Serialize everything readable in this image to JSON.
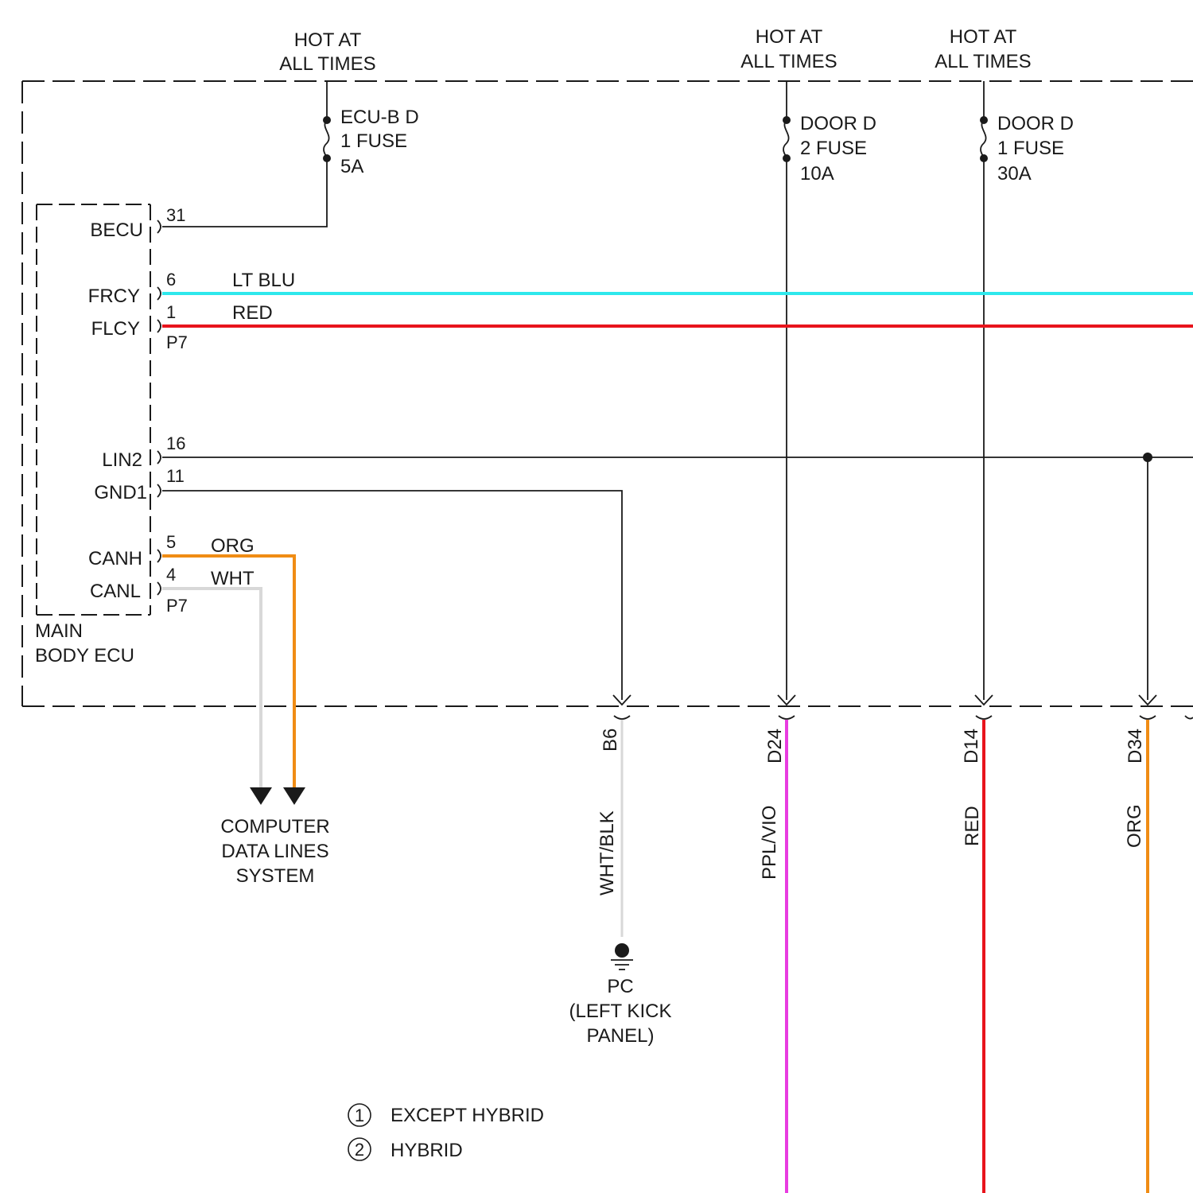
{
  "colors": {
    "lt_blu": "#2ee8ec",
    "red": "#e8141c",
    "org": "#f08c14",
    "wht": "#d8d8d8",
    "ppl_vio": "#e83ce0",
    "black": "#1a1a1a"
  },
  "power_sources": [
    {
      "line1": "HOT AT",
      "line2": "ALL TIMES"
    },
    {
      "line1": "HOT AT",
      "line2": "ALL TIMES"
    },
    {
      "line1": "HOT AT",
      "line2": "ALL TIMES"
    }
  ],
  "fuses": [
    {
      "name": "ECU-B D",
      "line2": "1 FUSE",
      "rating": "5A"
    },
    {
      "name": "DOOR D",
      "line2": "2 FUSE",
      "rating": "10A"
    },
    {
      "name": "DOOR D",
      "line2": "1 FUSE",
      "rating": "30A"
    }
  ],
  "ecu": {
    "name_line1": "MAIN",
    "name_line2": "BODY ECU",
    "connector_upper": "P7",
    "connector_lower": "P7",
    "terminals": [
      {
        "name": "BECU",
        "pin": "31"
      },
      {
        "name": "FRCY",
        "pin": "6"
      },
      {
        "name": "FLCY",
        "pin": "1"
      },
      {
        "name": "LIN2",
        "pin": "16"
      },
      {
        "name": "GND1",
        "pin": "11"
      },
      {
        "name": "CANH",
        "pin": "5"
      },
      {
        "name": "CANL",
        "pin": "4"
      }
    ]
  },
  "wires": {
    "frcy": "LT BLU",
    "flcy": "RED",
    "canh": "ORG",
    "canl": "WHT",
    "ground": "WHT/BLK",
    "d24": "PPL/VIO",
    "d14": "RED",
    "d34": "ORG"
  },
  "pins_bottom": {
    "b6": "B6",
    "d24": "D24",
    "d14": "D14",
    "d34": "D34"
  },
  "data_lines": [
    "COMPUTER",
    "DATA LINES",
    "SYSTEM"
  ],
  "ground": [
    "PC",
    "(LEFT KICK",
    "PANEL)"
  ],
  "legend": [
    {
      "num": "1",
      "label": "EXCEPT HYBRID"
    },
    {
      "num": "2",
      "label": "HYBRID"
    }
  ]
}
